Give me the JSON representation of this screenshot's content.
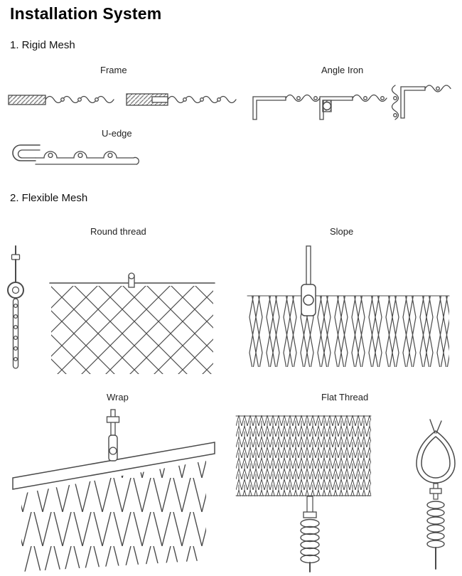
{
  "title": "Installation System",
  "sections": {
    "rigid": {
      "heading": "1. Rigid Mesh",
      "labels": {
        "frame": "Frame",
        "angle_iron": "Angle Iron",
        "u_edge": "U-edge"
      }
    },
    "flexible": {
      "heading": "2. Flexible Mesh",
      "labels": {
        "round_thread": "Round thread",
        "slope": "Slope",
        "wrap": "Wrap",
        "flat_thread": "Flat Thread"
      }
    }
  },
  "colors": {
    "ink": "#000000",
    "line": "#4a4a4a",
    "background": "#ffffff"
  }
}
